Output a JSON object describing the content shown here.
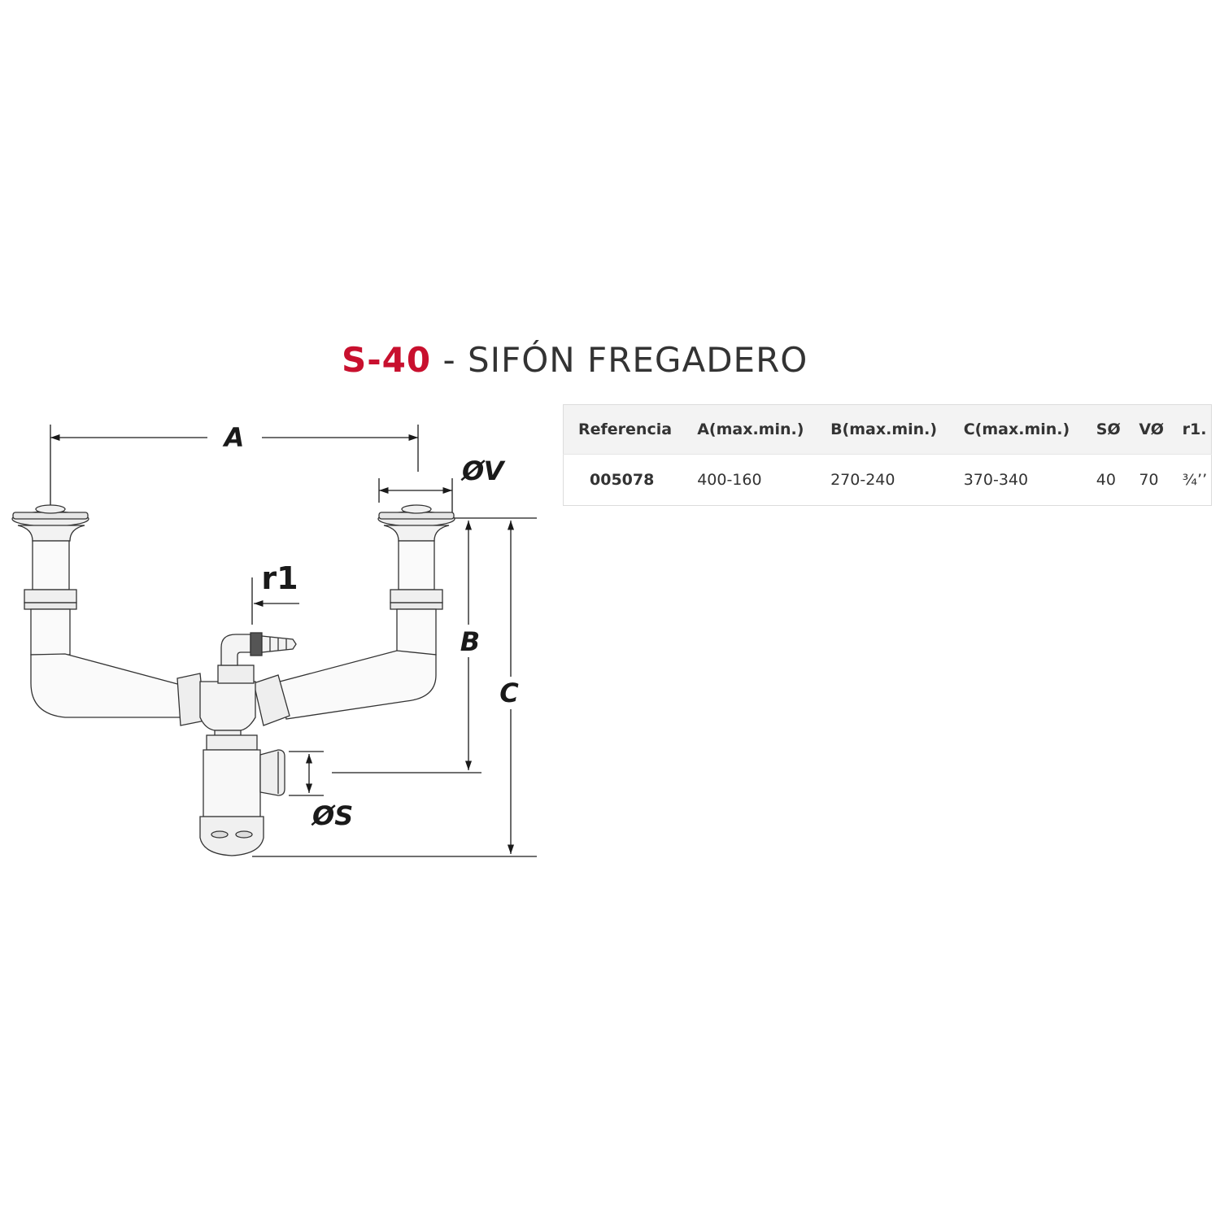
{
  "title": {
    "code": "S-40",
    "separator": " - ",
    "name": "SIFÓN FREGADERO",
    "code_color": "#c8102e"
  },
  "diagram": {
    "labels": {
      "a": "A",
      "v": "ØV",
      "r1": "r1",
      "b": "B",
      "c": "C",
      "s": "ØS"
    }
  },
  "table": {
    "headers": [
      "Referencia",
      "A(max.min.)",
      "B(max.min.)",
      "C(max.min.)",
      "SØ",
      "VØ",
      "r1."
    ],
    "rows": [
      [
        "005078",
        "400-160",
        "270-240",
        "370-340",
        "40",
        "70",
        "¾’’"
      ]
    ]
  }
}
